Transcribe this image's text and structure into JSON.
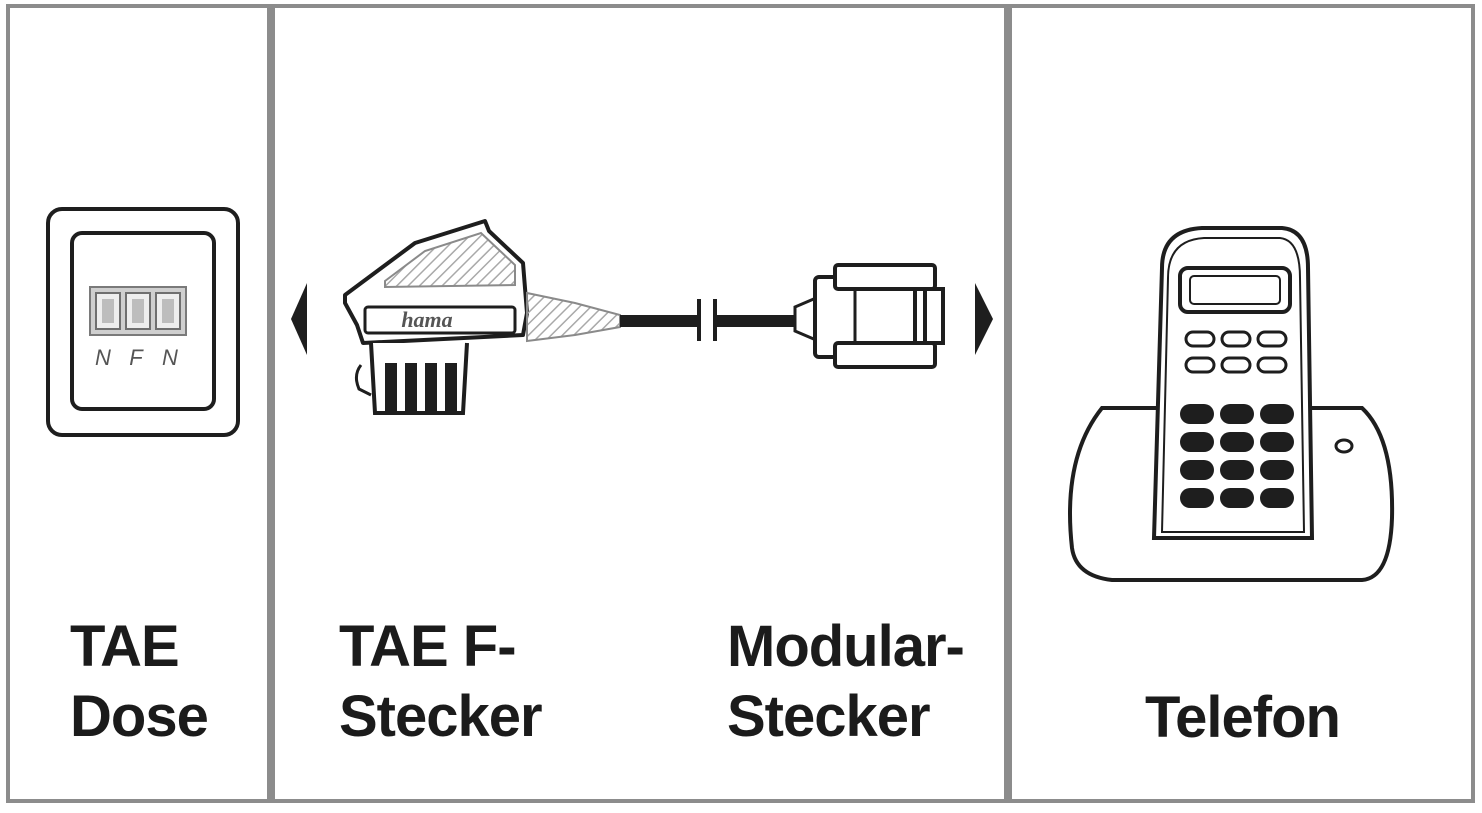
{
  "panels": [
    {
      "id": "tae-dose",
      "label_lines": [
        "TAE",
        "Dose"
      ],
      "socket_markings": [
        "N",
        "F",
        "N"
      ]
    },
    {
      "id": "cable",
      "left_label_lines": [
        "TAE F-",
        "Stecker"
      ],
      "right_label_lines": [
        "Modular-",
        "Stecker"
      ],
      "plug_brand": "hama"
    },
    {
      "id": "telefon",
      "label_lines": [
        "Telefon"
      ]
    }
  ],
  "icons": {
    "left_arrow": "triangle-left-icon",
    "right_arrow": "triangle-right-icon"
  },
  "colors": {
    "line": "#1e1e1e",
    "frame": "#8c8c8c",
    "hatch": "#a9a9a9",
    "background": "#ffffff"
  }
}
